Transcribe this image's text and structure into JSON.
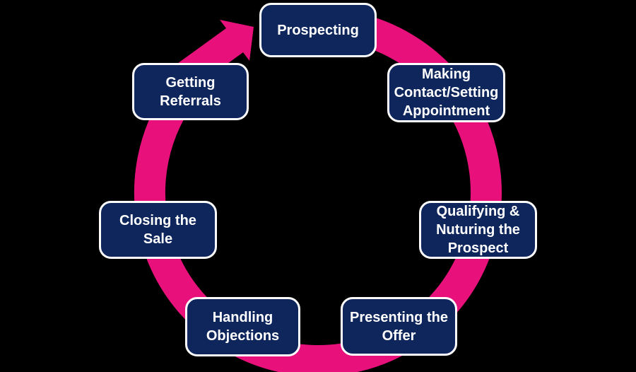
{
  "diagram": {
    "type": "cycle",
    "steps": [
      {
        "label": "Prospecting"
      },
      {
        "label": "Making\nContact/Setting\nAppointment"
      },
      {
        "label": "Qualifying &\nNuturing the\nProspect"
      },
      {
        "label": "Presenting the\nOffer"
      },
      {
        "label": "Handling\nObjections"
      },
      {
        "label": "Closing the Sale"
      },
      {
        "label": "Getting\nReferrals"
      }
    ],
    "arrow": {
      "icon": "arrow-head-icon",
      "direction": "clockwise"
    },
    "colors": {
      "background": "#000000",
      "box_fill": "#0e265c",
      "box_border": "#ffffff",
      "box_text": "#ffffff",
      "arrow": "#e8117c"
    }
  }
}
